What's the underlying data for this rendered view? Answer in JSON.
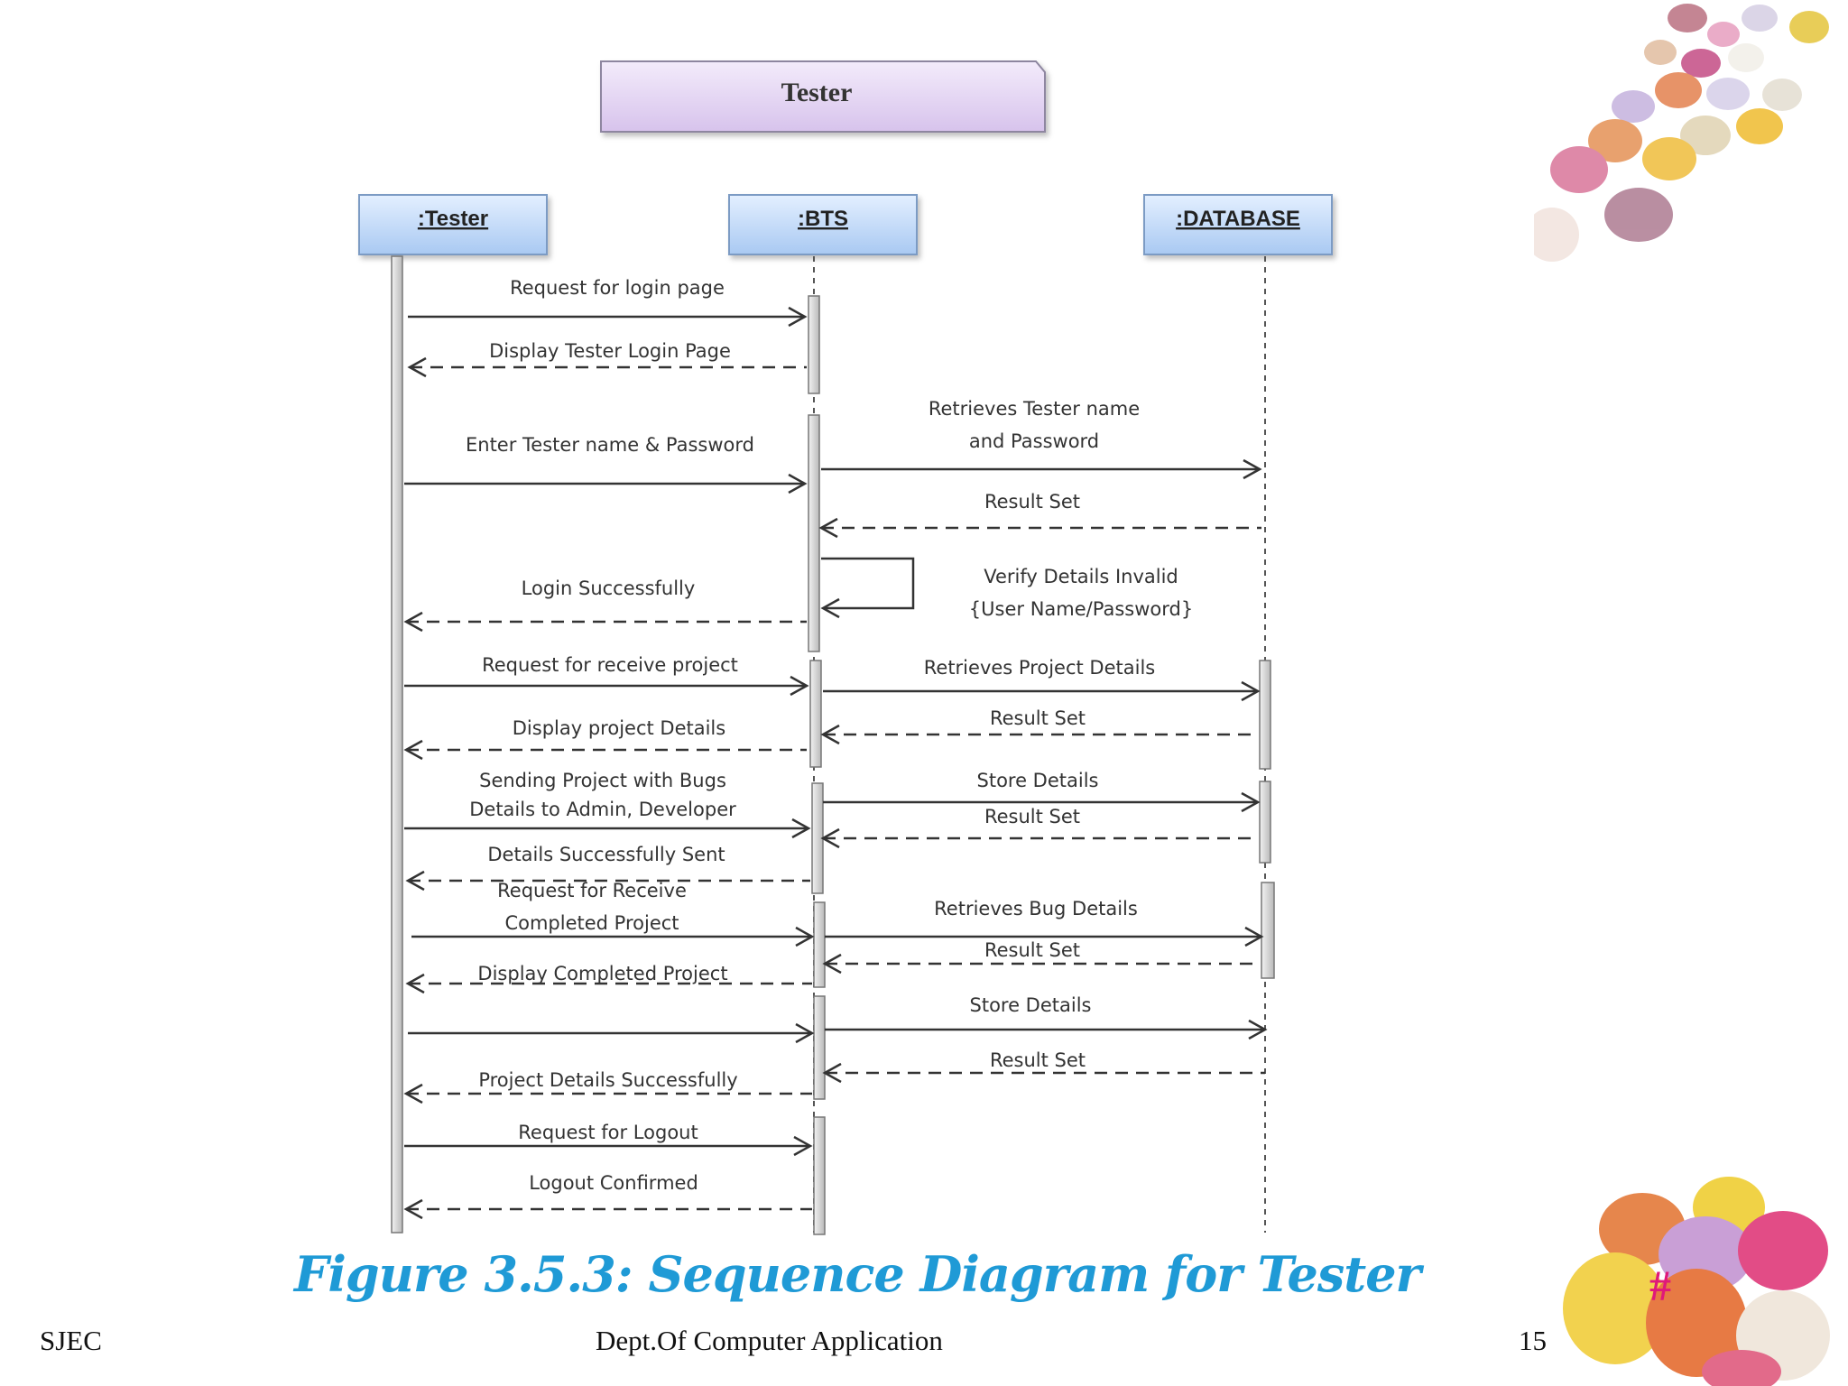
{
  "title": "Tester",
  "lifelines": [
    {
      "id": "tester",
      "label": ":Tester"
    },
    {
      "id": "bts",
      "label": ":BTS"
    },
    {
      "id": "db",
      "label": ":DATABASE"
    }
  ],
  "messages": [
    {
      "id": "m1",
      "lines": [
        "Request for login page"
      ],
      "kind": "sync"
    },
    {
      "id": "m2",
      "lines": [
        "Display Tester Login Page"
      ],
      "kind": "return"
    },
    {
      "id": "m3",
      "lines": [
        "Enter Tester name  & Password"
      ],
      "kind": "sync"
    },
    {
      "id": "m4",
      "lines": [
        "Retrieves Tester name",
        "and Password"
      ],
      "kind": "sync"
    },
    {
      "id": "m5",
      "lines": [
        "Result Set"
      ],
      "kind": "return"
    },
    {
      "id": "m6",
      "lines": [
        "Verify Details Invalid",
        "{User Name/Password}"
      ],
      "kind": "self"
    },
    {
      "id": "m7",
      "lines": [
        "Login Successfully"
      ],
      "kind": "return"
    },
    {
      "id": "m8",
      "lines": [
        "Request for receive project"
      ],
      "kind": "sync"
    },
    {
      "id": "m9",
      "lines": [
        "Retrieves Project Details"
      ],
      "kind": "sync"
    },
    {
      "id": "m10",
      "lines": [
        "Result Set"
      ],
      "kind": "return"
    },
    {
      "id": "m11",
      "lines": [
        "Display project Details"
      ],
      "kind": "return"
    },
    {
      "id": "m12",
      "lines": [
        "Sending Project with Bugs",
        "Details to Admin, Developer"
      ],
      "kind": "sync"
    },
    {
      "id": "m13",
      "lines": [
        "Store Details"
      ],
      "kind": "sync"
    },
    {
      "id": "m14",
      "lines": [
        "Result Set"
      ],
      "kind": "return"
    },
    {
      "id": "m15",
      "lines": [
        "Details Successfully Sent"
      ],
      "kind": "return"
    },
    {
      "id": "m16",
      "lines": [
        "Request for Receive",
        "Completed Project"
      ],
      "kind": "sync"
    },
    {
      "id": "m17",
      "lines": [
        "Retrieves Bug Details"
      ],
      "kind": "sync"
    },
    {
      "id": "m18",
      "lines": [
        "Result Set"
      ],
      "kind": "return"
    },
    {
      "id": "m19",
      "lines": [
        "Display Completed Project"
      ],
      "kind": "return"
    },
    {
      "id": "m20",
      "lines": [],
      "kind": "sync"
    },
    {
      "id": "m21",
      "lines": [
        "Store Details"
      ],
      "kind": "sync"
    },
    {
      "id": "m22",
      "lines": [
        "Result Set"
      ],
      "kind": "return"
    },
    {
      "id": "m23",
      "lines": [
        "Project Details Successfully"
      ],
      "kind": "return"
    },
    {
      "id": "m24",
      "lines": [
        "Request for Logout"
      ],
      "kind": "sync"
    },
    {
      "id": "m25",
      "lines": [
        "Logout Confirmed"
      ],
      "kind": "return"
    }
  ],
  "caption": "Figure 3.5.3: Sequence Diagram for Tester",
  "footer": {
    "left": "SJEC",
    "center": "Dept.Of Computer Application",
    "page": "15",
    "hash": "#"
  },
  "colors": {
    "title_box": "#e6d8f3",
    "lifeline_box": "#c9def8",
    "caption": "#1f9ad6",
    "hash": "#e0197a"
  }
}
